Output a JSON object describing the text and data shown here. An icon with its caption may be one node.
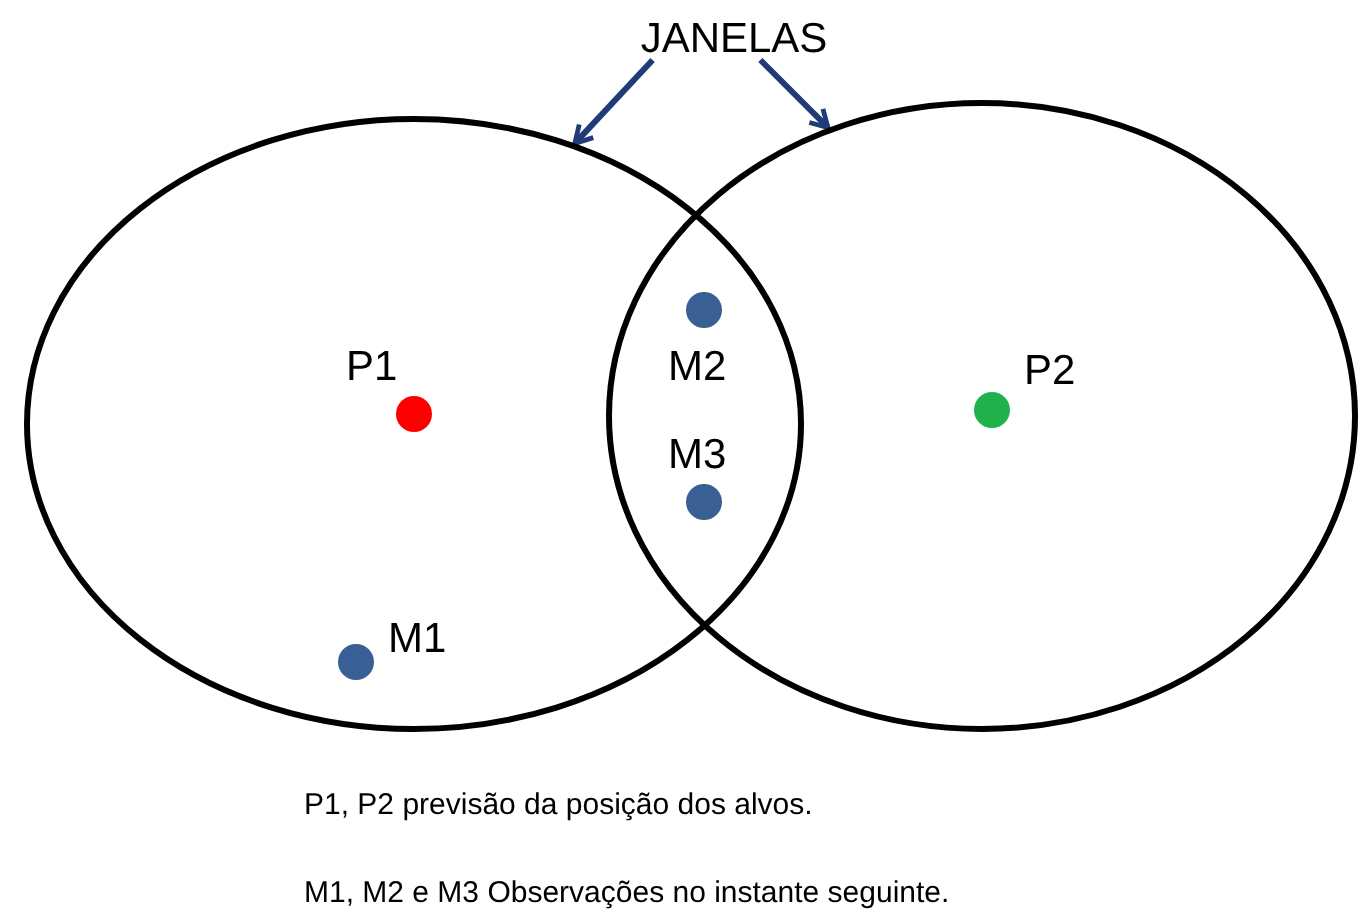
{
  "diagram": {
    "nodes": [
      {
        "text": [
          "JANELAS"
        ]
      },
      {
        "text": [],
        "shape": "circle"
      },
      {
        "text": [],
        "shape": "circle"
      },
      {
        "text": [
          "P1"
        ],
        "in": 1
      },
      {
        "text": [
          "M1"
        ],
        "in": 1
      },
      {
        "text": [
          "M2"
        ]
      },
      {
        "text": [
          "M3"
        ]
      },
      {
        "text": [
          "P2"
        ],
        "in": 2
      }
    ],
    "edges": [
      {
        "from": 0,
        "to": 1,
        "arrow": "to"
      },
      {
        "from": 0,
        "to": 2,
        "arrow": "to"
      }
    ],
    "labels": [
      "P1, P2 previsão da posição dos alvos.",
      "M1, M2 e M3 Observações no instante seguinte."
    ]
  }
}
